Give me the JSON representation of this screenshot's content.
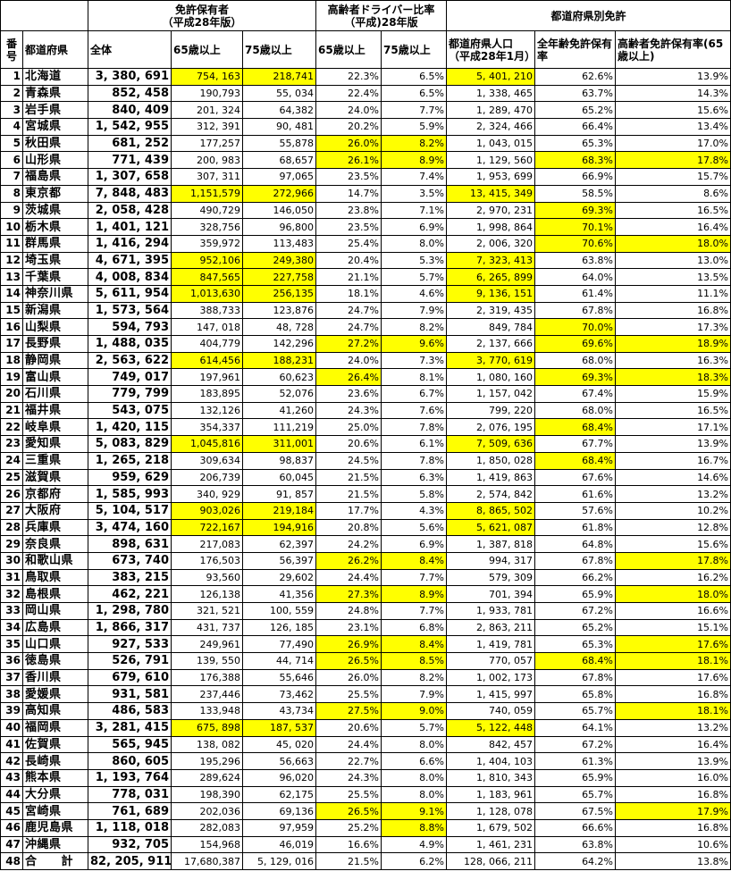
{
  "headers": {
    "group_license": "免許保有者\n（平成28年版）",
    "group_ratio": "高齢者ドライバー比率\n（平成)28年版",
    "group_pref": "都道府県別免許",
    "no": "番号",
    "pref": "都道府県",
    "total": "全体",
    "over65": "65歳以上",
    "over75": "75歳以上",
    "ratio65": "65歳以上",
    "ratio75": "75歳以上",
    "population": "都道府県人口（平成28年1月）",
    "rate_all": "全年齢免許保有率",
    "rate_elderly": "高齢者免許保有率(65歳以上)"
  },
  "rows": [
    {
      "no": "1",
      "pref": "北海道",
      "total": "3, 380, 691",
      "o65": "754, 163",
      "o75": "218,741",
      "r65": "22.3%",
      "r75": "6.5%",
      "pop": "5, 401, 210",
      "rall": "62.6%",
      "reld": "13.9%",
      "hl": [
        "o65",
        "o75",
        "pop"
      ]
    },
    {
      "no": "2",
      "pref": "青森県",
      "total": "852, 458",
      "o65": "190,793",
      "o75": "55, 034",
      "r65": "22.4%",
      "r75": "6.5%",
      "pop": "1, 338, 465",
      "rall": "63.7%",
      "reld": "14.3%",
      "hl": []
    },
    {
      "no": "3",
      "pref": "岩手県",
      "total": "840, 409",
      "o65": "201, 324",
      "o75": "64,382",
      "r65": "24.0%",
      "r75": "7.7%",
      "pop": "1, 289, 470",
      "rall": "65.2%",
      "reld": "15.6%",
      "hl": []
    },
    {
      "no": "4",
      "pref": "宮城県",
      "total": "1, 542, 955",
      "o65": "312, 391",
      "o75": "90, 481",
      "r65": "20.2%",
      "r75": "5.9%",
      "pop": "2, 324, 466",
      "rall": "66.4%",
      "reld": "13.4%",
      "hl": []
    },
    {
      "no": "5",
      "pref": "秋田県",
      "total": "681, 252",
      "o65": "177,257",
      "o75": "55,878",
      "r65": "26.0%",
      "r75": "8.2%",
      "pop": "1, 043, 015",
      "rall": "65.3%",
      "reld": "17.0%",
      "hl": [
        "r65",
        "r75"
      ]
    },
    {
      "no": "6",
      "pref": "山形県",
      "total": "771, 439",
      "o65": "200, 983",
      "o75": "68,657",
      "r65": "26.1%",
      "r75": "8.9%",
      "pop": "1, 129, 560",
      "rall": "68.3%",
      "reld": "17.8%",
      "hl": [
        "r65",
        "r75",
        "rall",
        "reld"
      ]
    },
    {
      "no": "7",
      "pref": "福島県",
      "total": "1, 307, 658",
      "o65": "307, 311",
      "o75": "97,065",
      "r65": "23.5%",
      "r75": "7.4%",
      "pop": "1, 953, 699",
      "rall": "66.9%",
      "reld": "15.7%",
      "hl": []
    },
    {
      "no": "8",
      "pref": "東京都",
      "total": "7, 848, 483",
      "o65": "1,151,579",
      "o75": "272,966",
      "r65": "14.7%",
      "r75": "3.5%",
      "pop": "13, 415, 349",
      "rall": "58.5%",
      "reld": "8.6%",
      "hl": [
        "o65",
        "o75",
        "pop"
      ]
    },
    {
      "no": "9",
      "pref": "茨城県",
      "total": "2, 058, 428",
      "o65": "490,729",
      "o75": "146,050",
      "r65": "23.8%",
      "r75": "7.1%",
      "pop": "2, 970, 231",
      "rall": "69.3%",
      "reld": "16.5%",
      "hl": [
        "rall"
      ]
    },
    {
      "no": "10",
      "pref": "栃木県",
      "total": "1, 401, 121",
      "o65": "328,756",
      "o75": "96,800",
      "r65": "23.5%",
      "r75": "6.9%",
      "pop": "1, 998, 864",
      "rall": "70.1%",
      "reld": "16.4%",
      "hl": [
        "rall"
      ]
    },
    {
      "no": "11",
      "pref": "群馬県",
      "total": "1, 416, 294",
      "o65": "359,972",
      "o75": "113,483",
      "r65": "25.4%",
      "r75": "8.0%",
      "pop": "2, 006, 320",
      "rall": "70.6%",
      "reld": "18.0%",
      "hl": [
        "rall",
        "reld"
      ]
    },
    {
      "no": "12",
      "pref": "埼玉県",
      "total": "4, 671, 395",
      "o65": "952,106",
      "o75": "249,380",
      "r65": "20.4%",
      "r75": "5.3%",
      "pop": "7, 323, 413",
      "rall": "63.8%",
      "reld": "13.0%",
      "hl": [
        "o65",
        "o75",
        "pop"
      ]
    },
    {
      "no": "13",
      "pref": "千葉県",
      "total": "4, 008, 834",
      "o65": "847,565",
      "o75": "227,758",
      "r65": "21.1%",
      "r75": "5.7%",
      "pop": "6, 265, 899",
      "rall": "64.0%",
      "reld": "13.5%",
      "hl": [
        "o65",
        "o75",
        "pop"
      ]
    },
    {
      "no": "14",
      "pref": "神奈川県",
      "total": "5, 611, 954",
      "o65": "1,013,630",
      "o75": "256,135",
      "r65": "18.1%",
      "r75": "4.6%",
      "pop": "9, 136, 151",
      "rall": "61.4%",
      "reld": "11.1%",
      "hl": [
        "o65",
        "o75",
        "pop"
      ]
    },
    {
      "no": "15",
      "pref": "新潟県",
      "total": "1, 573, 564",
      "o65": "388,733",
      "o75": "123,876",
      "r65": "24.7%",
      "r75": "7.9%",
      "pop": "2, 319, 435",
      "rall": "67.8%",
      "reld": "16.8%",
      "hl": []
    },
    {
      "no": "16",
      "pref": "山梨県",
      "total": "594, 793",
      "o65": "147, 018",
      "o75": "48, 728",
      "r65": "24.7%",
      "r75": "8.2%",
      "pop": "849, 784",
      "rall": "70.0%",
      "reld": "17.3%",
      "hl": [
        "rall"
      ]
    },
    {
      "no": "17",
      "pref": "長野県",
      "total": "1, 488, 035",
      "o65": "404,779",
      "o75": "142,296",
      "r65": "27.2%",
      "r75": "9.6%",
      "pop": "2, 137, 666",
      "rall": "69.6%",
      "reld": "18.9%",
      "hl": [
        "r65",
        "r75",
        "rall",
        "reld"
      ]
    },
    {
      "no": "18",
      "pref": "静岡県",
      "total": "2, 563, 622",
      "o65": "614,456",
      "o75": "188,231",
      "r65": "24.0%",
      "r75": "7.3%",
      "pop": "3, 770, 619",
      "rall": "68.0%",
      "reld": "16.3%",
      "hl": [
        "o65",
        "o75",
        "pop"
      ]
    },
    {
      "no": "19",
      "pref": "富山県",
      "total": "749, 017",
      "o65": "197,961",
      "o75": "60,623",
      "r65": "26.4%",
      "r75": "8.1%",
      "pop": "1, 080, 160",
      "rall": "69.3%",
      "reld": "18.3%",
      "hl": [
        "r65",
        "rall",
        "reld"
      ]
    },
    {
      "no": "20",
      "pref": "石川県",
      "total": "779, 799",
      "o65": "183,895",
      "o75": "52,076",
      "r65": "23.6%",
      "r75": "6.7%",
      "pop": "1, 157, 042",
      "rall": "67.4%",
      "reld": "15.9%",
      "hl": []
    },
    {
      "no": "21",
      "pref": "福井県",
      "total": "543, 075",
      "o65": "132,126",
      "o75": "41,260",
      "r65": "24.3%",
      "r75": "7.6%",
      "pop": "799, 220",
      "rall": "68.0%",
      "reld": "16.5%",
      "hl": []
    },
    {
      "no": "22",
      "pref": "岐阜県",
      "total": "1, 420, 115",
      "o65": "354,337",
      "o75": "111,219",
      "r65": "25.0%",
      "r75": "7.8%",
      "pop": "2, 076, 195",
      "rall": "68.4%",
      "reld": "17.1%",
      "hl": [
        "rall"
      ]
    },
    {
      "no": "23",
      "pref": "愛知県",
      "total": "5, 083, 829",
      "o65": "1,045,816",
      "o75": "311,001",
      "r65": "20.6%",
      "r75": "6.1%",
      "pop": "7, 509, 636",
      "rall": "67.7%",
      "reld": "13.9%",
      "hl": [
        "o65",
        "o75",
        "pop"
      ]
    },
    {
      "no": "24",
      "pref": "三重県",
      "total": "1, 265, 218",
      "o65": "309,634",
      "o75": "98,837",
      "r65": "24.5%",
      "r75": "7.8%",
      "pop": "1, 850, 028",
      "rall": "68.4%",
      "reld": "16.7%",
      "hl": [
        "rall"
      ]
    },
    {
      "no": "25",
      "pref": "滋賀県",
      "total": "959, 629",
      "o65": "206,739",
      "o75": "60,045",
      "r65": "21.5%",
      "r75": "6.3%",
      "pop": "1, 419, 863",
      "rall": "67.6%",
      "reld": "14.6%",
      "hl": []
    },
    {
      "no": "26",
      "pref": "京都府",
      "total": "1, 585, 993",
      "o65": "340, 929",
      "o75": "91, 857",
      "r65": "21.5%",
      "r75": "5.8%",
      "pop": "2, 574, 842",
      "rall": "61.6%",
      "reld": "13.2%",
      "hl": []
    },
    {
      "no": "27",
      "pref": "大阪府",
      "total": "5, 104, 517",
      "o65": "903,026",
      "o75": "219,184",
      "r65": "17.7%",
      "r75": "4.3%",
      "pop": "8, 865, 502",
      "rall": "57.6%",
      "reld": "10.2%",
      "hl": [
        "o65",
        "o75",
        "pop"
      ]
    },
    {
      "no": "28",
      "pref": "兵庫県",
      "total": "3, 474, 160",
      "o65": "722,167",
      "o75": "194,916",
      "r65": "20.8%",
      "r75": "5.6%",
      "pop": "5, 621, 087",
      "rall": "61.8%",
      "reld": "12.8%",
      "hl": [
        "o65",
        "o75",
        "pop"
      ]
    },
    {
      "no": "29",
      "pref": "奈良県",
      "total": "898, 631",
      "o65": "217,083",
      "o75": "62,397",
      "r65": "24.2%",
      "r75": "6.9%",
      "pop": "1, 387, 818",
      "rall": "64.8%",
      "reld": "15.6%",
      "hl": []
    },
    {
      "no": "30",
      "pref": "和歌山県",
      "total": "673, 740",
      "o65": "176,503",
      "o75": "56,397",
      "r65": "26.2%",
      "r75": "8.4%",
      "pop": "994, 317",
      "rall": "67.8%",
      "reld": "17.8%",
      "hl": [
        "r65",
        "r75",
        "reld"
      ]
    },
    {
      "no": "31",
      "pref": "鳥取県",
      "total": "383, 215",
      "o65": "93,560",
      "o75": "29,602",
      "r65": "24.4%",
      "r75": "7.7%",
      "pop": "579, 309",
      "rall": "66.2%",
      "reld": "16.2%",
      "hl": []
    },
    {
      "no": "32",
      "pref": "島根県",
      "total": "462, 221",
      "o65": "126,138",
      "o75": "41,356",
      "r65": "27.3%",
      "r75": "8.9%",
      "pop": "701, 394",
      "rall": "65.9%",
      "reld": "18.0%",
      "hl": [
        "r65",
        "r75",
        "reld"
      ]
    },
    {
      "no": "33",
      "pref": "岡山県",
      "total": "1, 298, 780",
      "o65": "321, 521",
      "o75": "100, 559",
      "r65": "24.8%",
      "r75": "7.7%",
      "pop": "1, 933, 781",
      "rall": "67.2%",
      "reld": "16.6%",
      "hl": []
    },
    {
      "no": "34",
      "pref": "広島県",
      "total": "1, 866, 317",
      "o65": "431, 737",
      "o75": "126, 185",
      "r65": "23.1%",
      "r75": "6.8%",
      "pop": "2, 863, 211",
      "rall": "65.2%",
      "reld": "15.1%",
      "hl": []
    },
    {
      "no": "35",
      "pref": "山口県",
      "total": "927, 533",
      "o65": "249,961",
      "o75": "77,490",
      "r65": "26.9%",
      "r75": "8.4%",
      "pop": "1, 419, 781",
      "rall": "65.3%",
      "reld": "17.6%",
      "hl": [
        "r65",
        "r75",
        "reld"
      ]
    },
    {
      "no": "36",
      "pref": "徳島県",
      "total": "526, 791",
      "o65": "139, 550",
      "o75": "44, 714",
      "r65": "26.5%",
      "r75": "8.5%",
      "pop": "770, 057",
      "rall": "68.4%",
      "reld": "18.1%",
      "hl": [
        "r65",
        "r75",
        "rall",
        "reld"
      ]
    },
    {
      "no": "37",
      "pref": "香川県",
      "total": "679, 610",
      "o65": "176,388",
      "o75": "55,646",
      "r65": "26.0%",
      "r75": "8.2%",
      "pop": "1, 002, 173",
      "rall": "67.8%",
      "reld": "17.6%",
      "hl": []
    },
    {
      "no": "38",
      "pref": "愛媛県",
      "total": "931, 581",
      "o65": "237,446",
      "o75": "73,462",
      "r65": "25.5%",
      "r75": "7.9%",
      "pop": "1, 415, 997",
      "rall": "65.8%",
      "reld": "16.8%",
      "hl": []
    },
    {
      "no": "39",
      "pref": "高知県",
      "total": "486, 583",
      "o65": "133,948",
      "o75": "43,734",
      "r65": "27.5%",
      "r75": "9.0%",
      "pop": "740, 059",
      "rall": "65.7%",
      "reld": "18.1%",
      "hl": [
        "r65",
        "r75",
        "reld"
      ]
    },
    {
      "no": "40",
      "pref": "福岡県",
      "total": "3, 281, 415",
      "o65": "675, 898",
      "o75": "187, 537",
      "r65": "20.6%",
      "r75": "5.7%",
      "pop": "5, 122, 448",
      "rall": "64.1%",
      "reld": "13.2%",
      "hl": [
        "o65",
        "o75",
        "pop"
      ]
    },
    {
      "no": "41",
      "pref": "佐賀県",
      "total": "565, 945",
      "o65": "138, 082",
      "o75": "45, 020",
      "r65": "24.4%",
      "r75": "8.0%",
      "pop": "842, 457",
      "rall": "67.2%",
      "reld": "16.4%",
      "hl": []
    },
    {
      "no": "42",
      "pref": "長崎県",
      "total": "860, 605",
      "o65": "195,296",
      "o75": "56,663",
      "r65": "22.7%",
      "r75": "6.6%",
      "pop": "1, 404, 103",
      "rall": "61.3%",
      "reld": "13.9%",
      "hl": []
    },
    {
      "no": "43",
      "pref": "熊本県",
      "total": "1, 193, 764",
      "o65": "289,624",
      "o75": "96,020",
      "r65": "24.3%",
      "r75": "8.0%",
      "pop": "1, 810, 343",
      "rall": "65.9%",
      "reld": "16.0%",
      "hl": []
    },
    {
      "no": "44",
      "pref": "大分県",
      "total": "778, 031",
      "o65": "198,390",
      "o75": "62,175",
      "r65": "25.5%",
      "r75": "8.0%",
      "pop": "1, 183, 961",
      "rall": "65.7%",
      "reld": "16.8%",
      "hl": []
    },
    {
      "no": "45",
      "pref": "宮崎県",
      "total": "761, 689",
      "o65": "202,036",
      "o75": "69,136",
      "r65": "26.5%",
      "r75": "9.1%",
      "pop": "1, 128, 078",
      "rall": "67.5%",
      "reld": "17.9%",
      "hl": [
        "r65",
        "r75",
        "reld"
      ]
    },
    {
      "no": "46",
      "pref": "鹿児島県",
      "total": "1, 118, 018",
      "o65": "282,083",
      "o75": "97,959",
      "r65": "25.2%",
      "r75": "8.8%",
      "pop": "1, 679, 502",
      "rall": "66.6%",
      "reld": "16.8%",
      "hl": [
        "r75"
      ]
    },
    {
      "no": "47",
      "pref": "沖縄県",
      "total": "932, 705",
      "o65": "154,968",
      "o75": "46,019",
      "r65": "16.6%",
      "r75": "4.9%",
      "pop": "1, 461, 231",
      "rall": "63.8%",
      "reld": "10.6%",
      "hl": []
    },
    {
      "no": "48",
      "pref": "合　　計",
      "total": "82, 205, 911",
      "o65": "17,680,387",
      "o75": "5, 129, 016",
      "r65": "21.5%",
      "r75": "6.2%",
      "pop": "128, 066, 211",
      "rall": "64.2%",
      "reld": "13.8%",
      "hl": []
    }
  ],
  "colors": {
    "highlight": "#ffff00"
  }
}
